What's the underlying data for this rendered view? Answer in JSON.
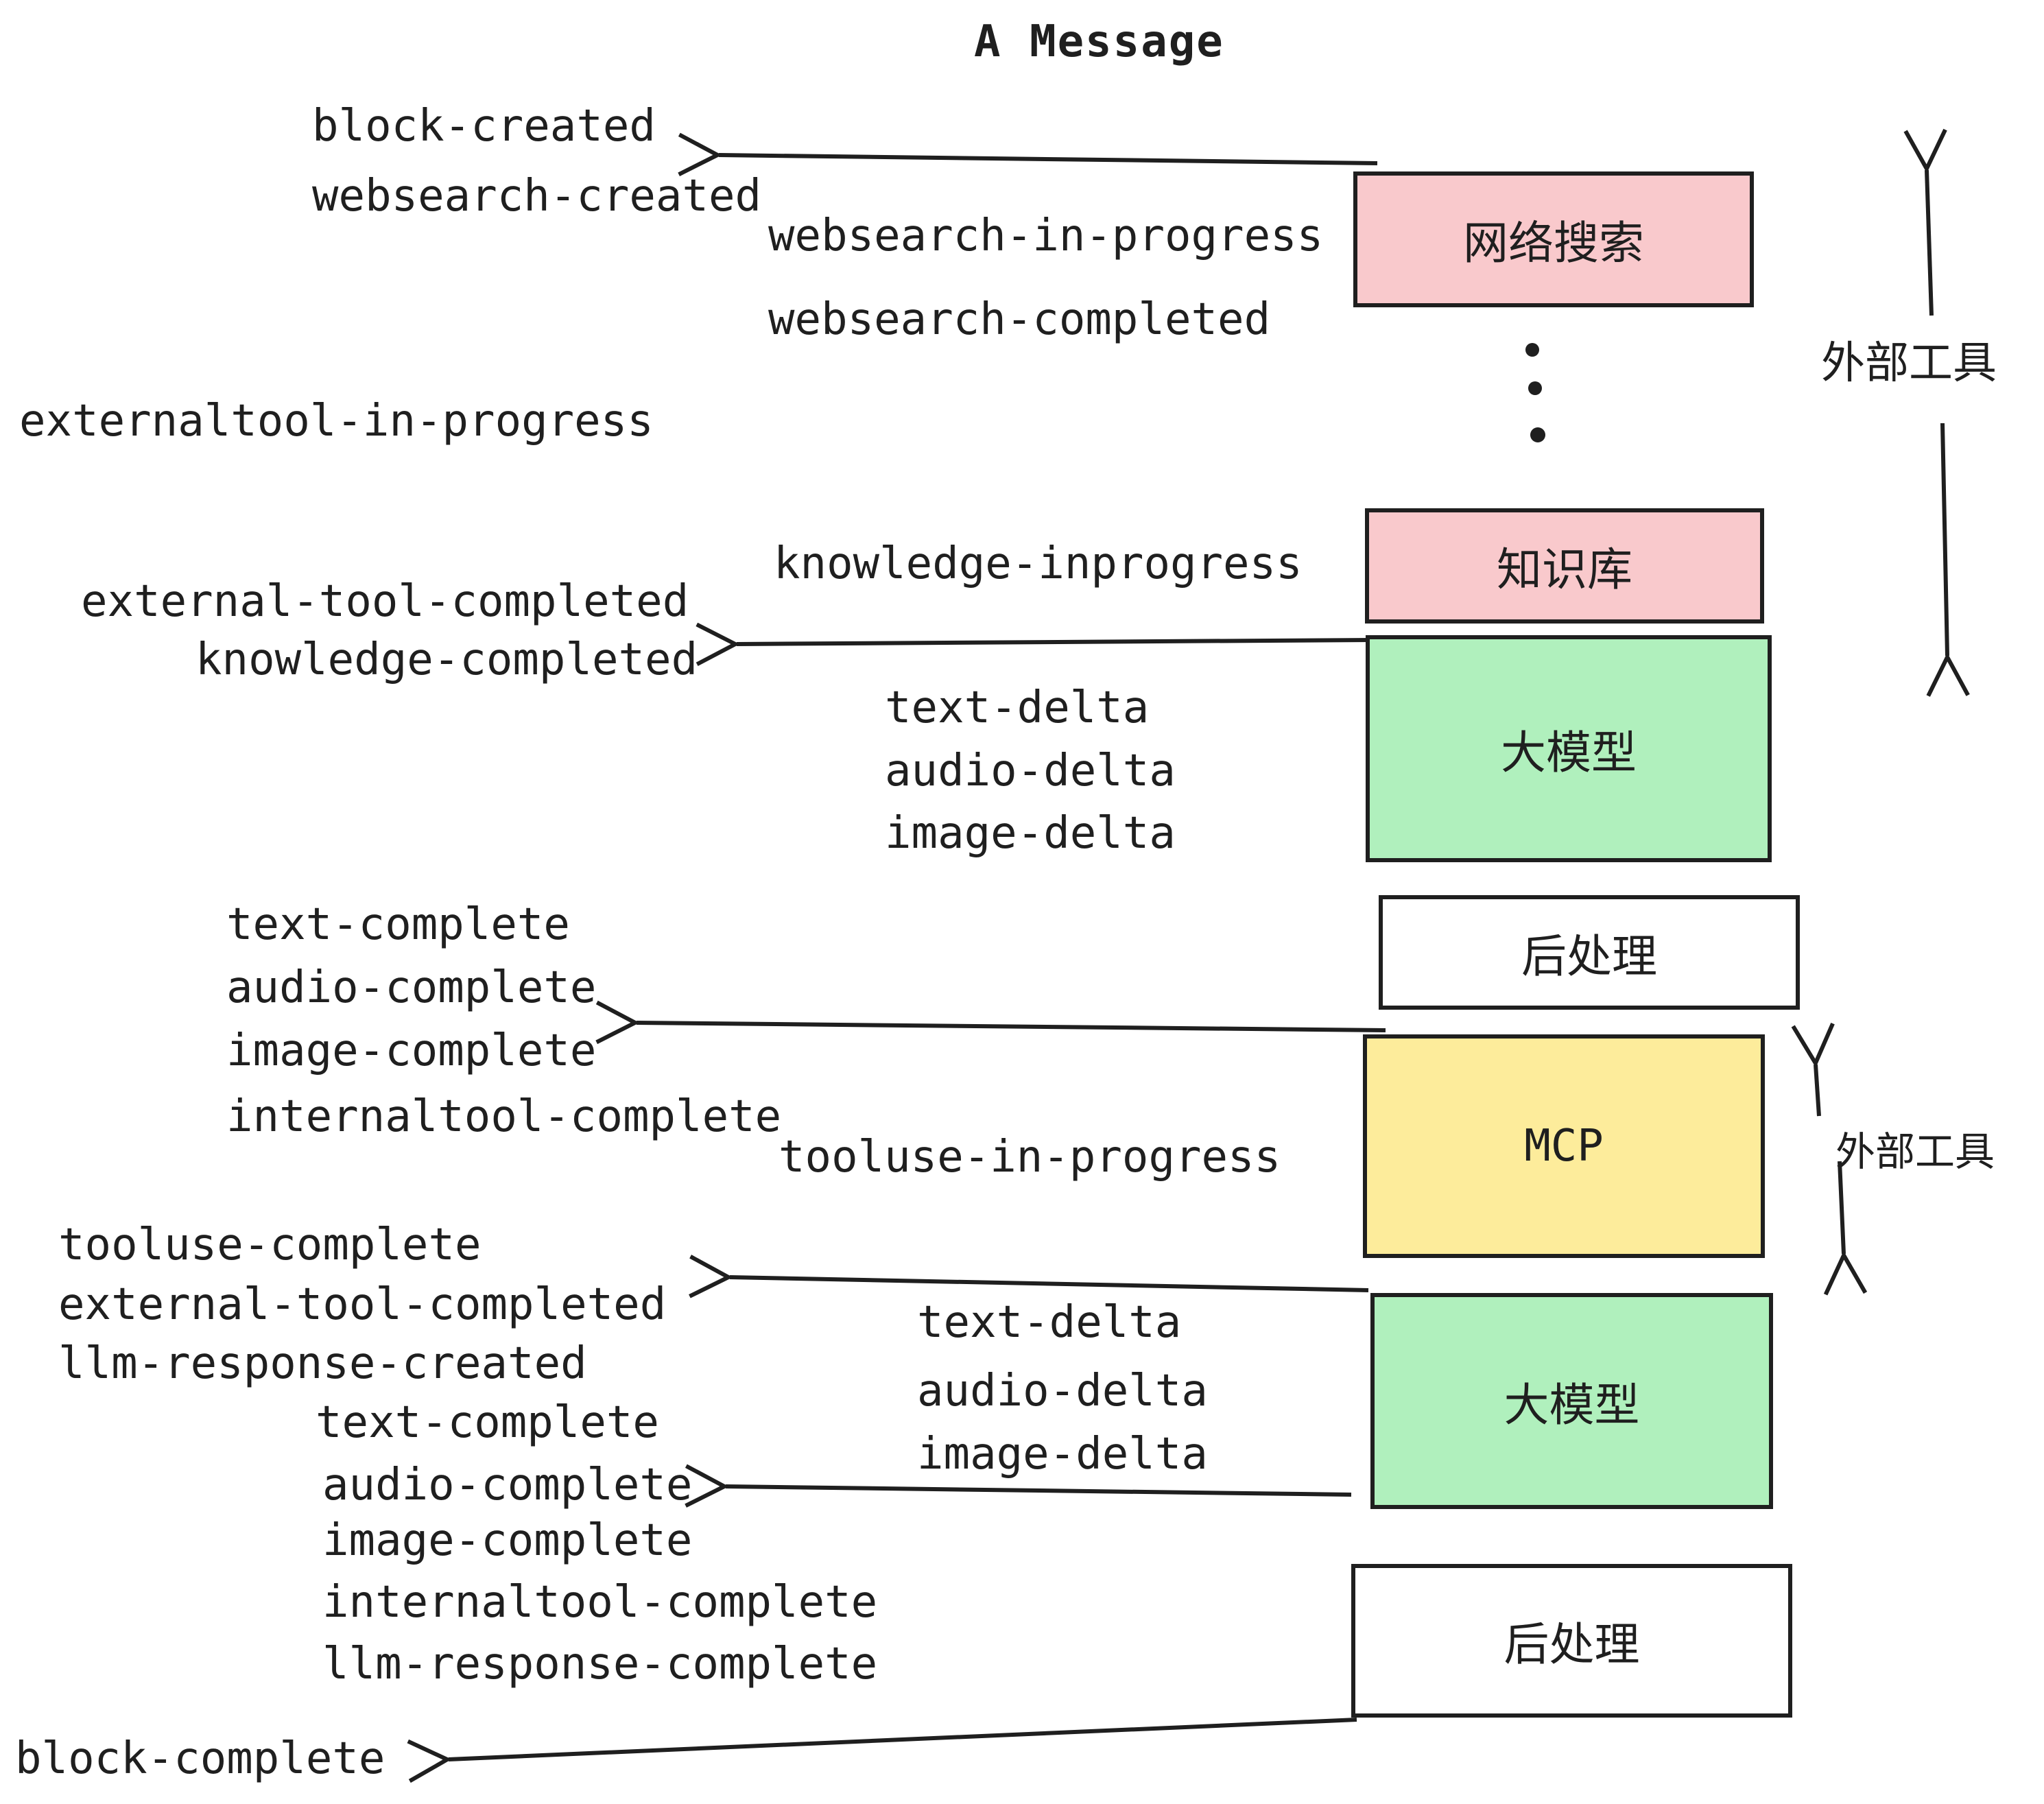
{
  "title": "A Message",
  "colors": {
    "pink": "#f9c9cc",
    "green": "#b0f0bd",
    "yellow": "#fdec9b",
    "white": "#ffffff",
    "ink": "#1f1f1f"
  },
  "boxes": {
    "websearch": "网络搜索",
    "knowledge": "知识库",
    "llm1": "大模型",
    "post1": "后处理",
    "mcp": "MCP",
    "llm2": "大模型",
    "post2": "后处理"
  },
  "side_labels": {
    "external_tools_top": "外部工具",
    "external_tools_mid": "外部工具"
  },
  "events": {
    "block_created": "block-created",
    "websearch_created": "websearch-created",
    "websearch_in_progress": "websearch-in-progress",
    "websearch_completed": "websearch-completed",
    "externaltool_in_progress": "externaltool-in-progress",
    "knowledge_inprogress": "knowledge-inprogress",
    "external_tool_completed": "external-tool-completed",
    "knowledge_completed": "knowledge-completed",
    "text_delta": "text-delta",
    "audio_delta": "audio-delta",
    "image_delta": "image-delta",
    "text_complete": "text-complete",
    "audio_complete": "audio-complete",
    "image_complete": "image-complete",
    "internaltool_complete": "internaltool-complete",
    "tooluse_in_progress": "tooluse-in-progress",
    "tooluse_complete": "tooluse-complete",
    "llm_response_created": "llm-response-created",
    "llm_response_complete": "llm-response-complete",
    "block_complete": "block-complete"
  }
}
